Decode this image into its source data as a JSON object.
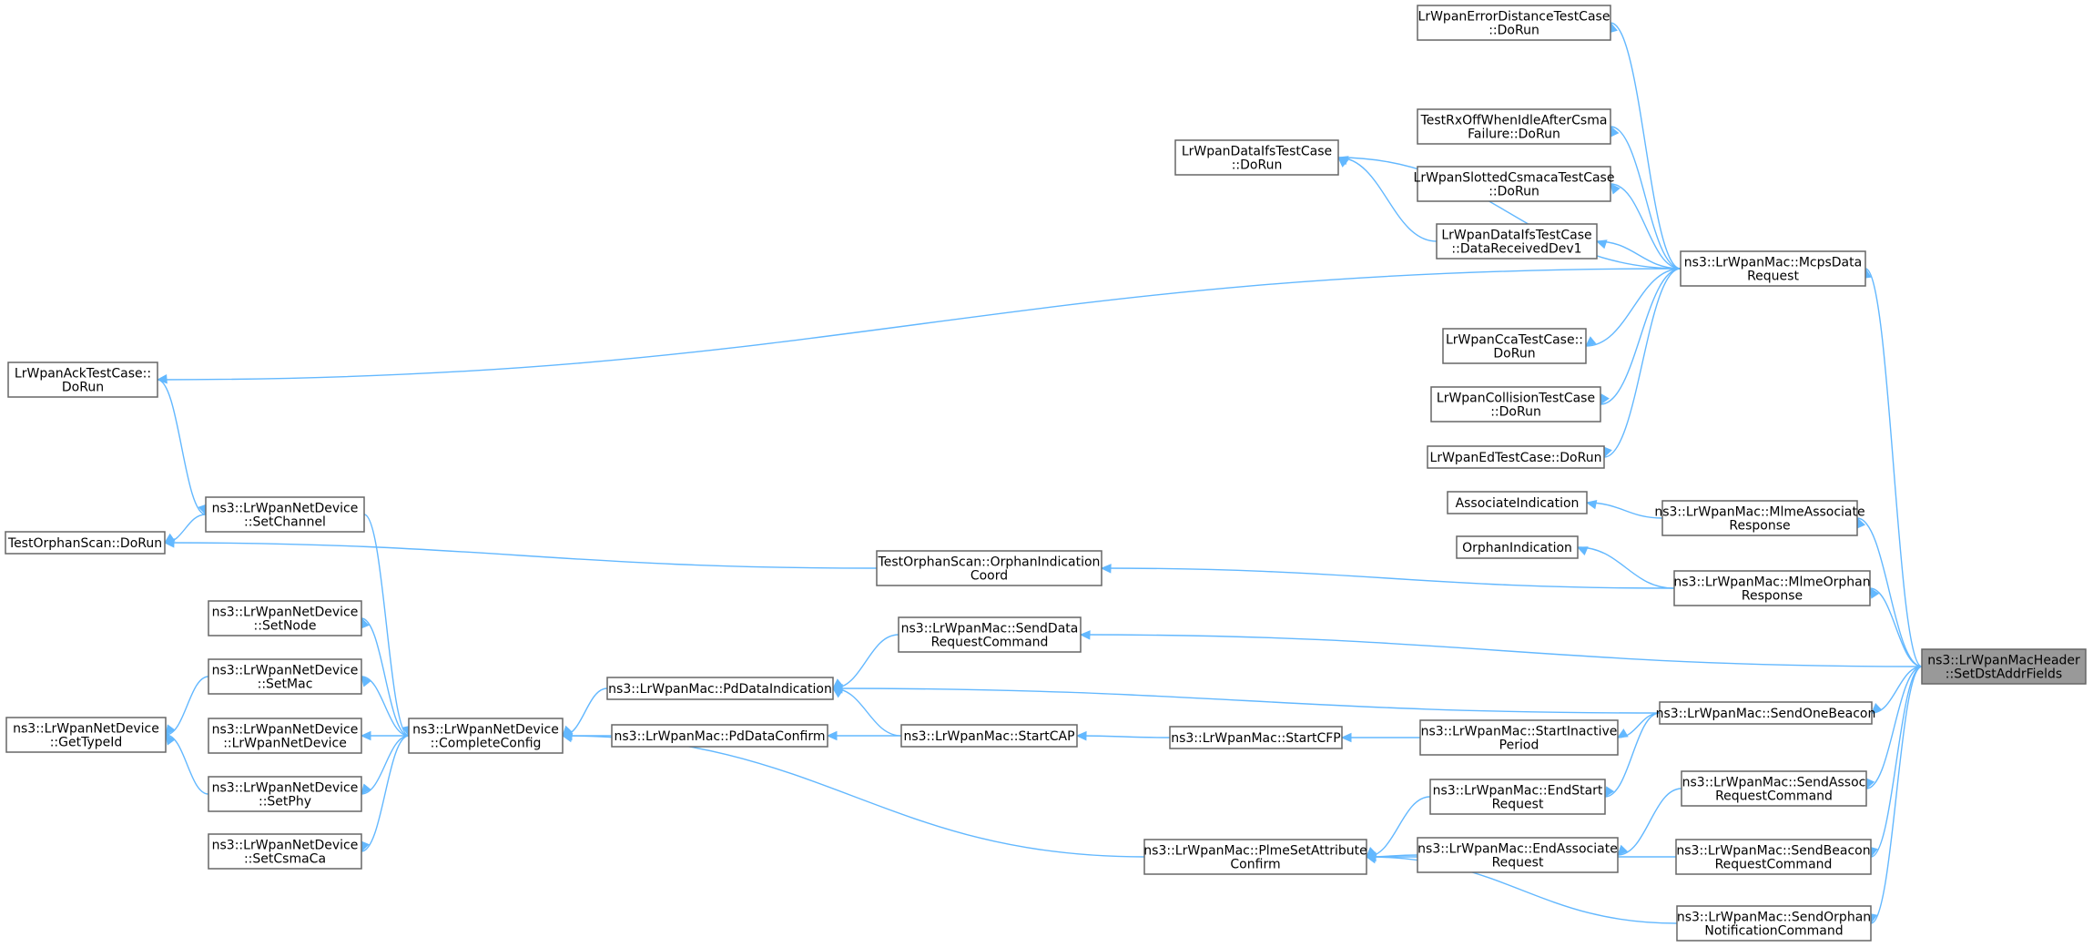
{
  "diagram": {
    "nodes": [
      {
        "id": "root",
        "lines": [
          "ns3::LrWpanMacHeader",
          "::SetDstAddrFields"
        ],
        "root": true
      },
      {
        "id": "mcps",
        "lines": [
          "ns3::LrWpanMac::McpsData",
          "Request"
        ]
      },
      {
        "id": "errdist",
        "lines": [
          "LrWpanErrorDistanceTestCase",
          "::DoRun"
        ]
      },
      {
        "id": "rxoff",
        "lines": [
          "TestRxOffWhenIdleAfterCsma",
          "Failure::DoRun"
        ]
      },
      {
        "id": "ifsdorun",
        "lines": [
          "LrWpanDataIfsTestCase",
          "::DoRun"
        ]
      },
      {
        "id": "slotted",
        "lines": [
          "LrWpanSlottedCsmacaTestCase",
          "::DoRun"
        ]
      },
      {
        "id": "ifsdev1",
        "lines": [
          "LrWpanDataIfsTestCase",
          "::DataReceivedDev1"
        ]
      },
      {
        "id": "acktest",
        "lines": [
          "LrWpanAckTestCase::",
          "DoRun"
        ]
      },
      {
        "id": "cca",
        "lines": [
          "LrWpanCcaTestCase::",
          "DoRun"
        ]
      },
      {
        "id": "collision",
        "lines": [
          "LrWpanCollisionTestCase",
          "::DoRun"
        ]
      },
      {
        "id": "edtest",
        "lines": [
          "LrWpanEdTestCase::DoRun"
        ]
      },
      {
        "id": "assocind",
        "lines": [
          "AssociateIndication"
        ]
      },
      {
        "id": "mlmeassoc",
        "lines": [
          "ns3::LrWpanMac::MlmeAssociate",
          "Response"
        ]
      },
      {
        "id": "orphanind",
        "lines": [
          "OrphanIndication"
        ]
      },
      {
        "id": "mlmeorphan",
        "lines": [
          "ns3::LrWpanMac::MlmeOrphan",
          "Response"
        ]
      },
      {
        "id": "setchannel",
        "lines": [
          "ns3::LrWpanNetDevice",
          "::SetChannel"
        ]
      },
      {
        "id": "orphandorun",
        "lines": [
          "TestOrphanScan::DoRun"
        ]
      },
      {
        "id": "orphancoord",
        "lines": [
          "TestOrphanScan::OrphanIndication",
          "Coord"
        ]
      },
      {
        "id": "setnode",
        "lines": [
          "ns3::LrWpanNetDevice",
          "::SetNode"
        ]
      },
      {
        "id": "senddatareq",
        "lines": [
          "ns3::LrWpanMac::SendData",
          "RequestCommand"
        ]
      },
      {
        "id": "setmac",
        "lines": [
          "ns3::LrWpanNetDevice",
          "::SetMac"
        ]
      },
      {
        "id": "pddataind",
        "lines": [
          "ns3::LrWpanMac::PdDataIndication"
        ]
      },
      {
        "id": "gettypeid",
        "lines": [
          "ns3::LrWpanNetDevice",
          "::GetTypeId"
        ]
      },
      {
        "id": "ctor",
        "lines": [
          "ns3::LrWpanNetDevice",
          "::LrWpanNetDevice"
        ]
      },
      {
        "id": "completeconfig",
        "lines": [
          "ns3::LrWpanNetDevice",
          "::CompleteConfig"
        ]
      },
      {
        "id": "pddataconfirm",
        "lines": [
          "ns3::LrWpanMac::PdDataConfirm"
        ]
      },
      {
        "id": "startcap",
        "lines": [
          "ns3::LrWpanMac::StartCAP"
        ]
      },
      {
        "id": "startcfp",
        "lines": [
          "ns3::LrWpanMac::StartCFP"
        ]
      },
      {
        "id": "startinactive",
        "lines": [
          "ns3::LrWpanMac::StartInactive",
          "Period"
        ]
      },
      {
        "id": "sendonebeacon",
        "lines": [
          "ns3::LrWpanMac::SendOneBeacon"
        ]
      },
      {
        "id": "setphy",
        "lines": [
          "ns3::LrWpanNetDevice",
          "::SetPhy"
        ]
      },
      {
        "id": "endstart",
        "lines": [
          "ns3::LrWpanMac::EndStart",
          "Request"
        ]
      },
      {
        "id": "sendassoc",
        "lines": [
          "ns3::LrWpanMac::SendAssoc",
          "RequestCommand"
        ]
      },
      {
        "id": "setcsmaca",
        "lines": [
          "ns3::LrWpanNetDevice",
          "::SetCsmaCa"
        ]
      },
      {
        "id": "plmeset",
        "lines": [
          "ns3::LrWpanMac::PlmeSetAttribute",
          "Confirm"
        ]
      },
      {
        "id": "endassoc",
        "lines": [
          "ns3::LrWpanMac::EndAssociate",
          "Request"
        ]
      },
      {
        "id": "sendbeaconreq",
        "lines": [
          "ns3::LrWpanMac::SendBeacon",
          "RequestCommand"
        ]
      },
      {
        "id": "sendorphan",
        "lines": [
          "ns3::LrWpanMac::SendOrphan",
          "NotificationCommand"
        ]
      }
    ],
    "edges": [
      [
        "mcps",
        "root"
      ],
      [
        "mlmeassoc",
        "root"
      ],
      [
        "mlmeorphan",
        "root"
      ],
      [
        "senddatareq",
        "root"
      ],
      [
        "sendonebeacon",
        "root"
      ],
      [
        "sendassoc",
        "root"
      ],
      [
        "sendbeaconreq",
        "root"
      ],
      [
        "sendorphan",
        "root"
      ],
      [
        "errdist",
        "mcps"
      ],
      [
        "ifsdorun",
        "mcps"
      ],
      [
        "rxoff",
        "mcps"
      ],
      [
        "slotted",
        "mcps"
      ],
      [
        "ifsdev1",
        "mcps"
      ],
      [
        "acktest",
        "mcps"
      ],
      [
        "cca",
        "mcps"
      ],
      [
        "collision",
        "mcps"
      ],
      [
        "edtest",
        "mcps"
      ],
      [
        "ifsdorun",
        "ifsdev1"
      ],
      [
        "assocind",
        "mlmeassoc"
      ],
      [
        "orphanind",
        "mlmeorphan"
      ],
      [
        "orphancoord",
        "mlmeorphan"
      ],
      [
        "orphandorun",
        "orphancoord"
      ],
      [
        "orphandorun",
        "setchannel"
      ],
      [
        "setchannel",
        "acktest"
      ],
      [
        "completeconfig",
        "setchannel"
      ],
      [
        "pddataind",
        "senddatareq"
      ],
      [
        "pddataind",
        "sendonebeacon"
      ],
      [
        "pddataind",
        "startcap"
      ],
      [
        "completeconfig",
        "pddataind"
      ],
      [
        "completeconfig",
        "pddataconfirm"
      ],
      [
        "completeconfig",
        "plmeset"
      ],
      [
        "pddataconfirm",
        "startcap"
      ],
      [
        "startcap",
        "startcfp"
      ],
      [
        "startcfp",
        "startinactive"
      ],
      [
        "startinactive",
        "sendonebeacon"
      ],
      [
        "endstart",
        "sendonebeacon"
      ],
      [
        "setnode",
        "completeconfig"
      ],
      [
        "setmac",
        "completeconfig"
      ],
      [
        "ctor",
        "completeconfig"
      ],
      [
        "setphy",
        "completeconfig"
      ],
      [
        "setcsmaca",
        "completeconfig"
      ],
      [
        "gettypeid",
        "setmac"
      ],
      [
        "gettypeid",
        "setphy"
      ],
      [
        "plmeset",
        "endstart"
      ],
      [
        "plmeset",
        "endassoc"
      ],
      [
        "plmeset",
        "sendbeaconreq"
      ],
      [
        "plmeset",
        "sendorphan"
      ],
      [
        "endassoc",
        "sendassoc"
      ]
    ]
  }
}
